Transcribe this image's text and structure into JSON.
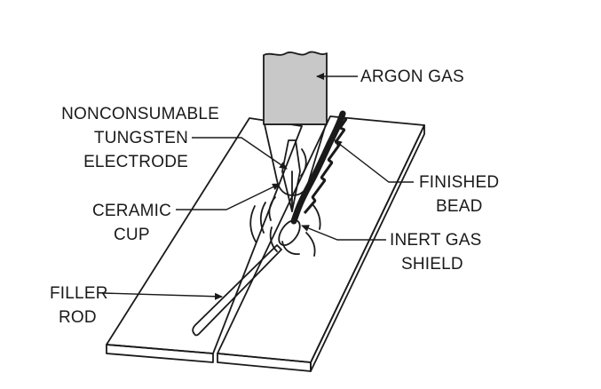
{
  "labels": {
    "argon_gas": "ARGON GAS",
    "electrode_line1": "NONCONSUMABLE",
    "electrode_line2": "TUNGSTEN",
    "electrode_line3": "ELECTRODE",
    "finished_bead_line1": "FINISHED",
    "finished_bead_line2": "BEAD",
    "ceramic_cup_line1": "CERAMIC",
    "ceramic_cup_line2": "CUP",
    "inert_gas_line1": "INERT GAS",
    "inert_gas_line2": "SHIELD",
    "filler_rod_line1": "FILLER",
    "filler_rod_line2": "ROD"
  },
  "colors": {
    "line": "#1a1a1a",
    "torch_fill": "#c8c8c8",
    "background": "#ffffff"
  }
}
